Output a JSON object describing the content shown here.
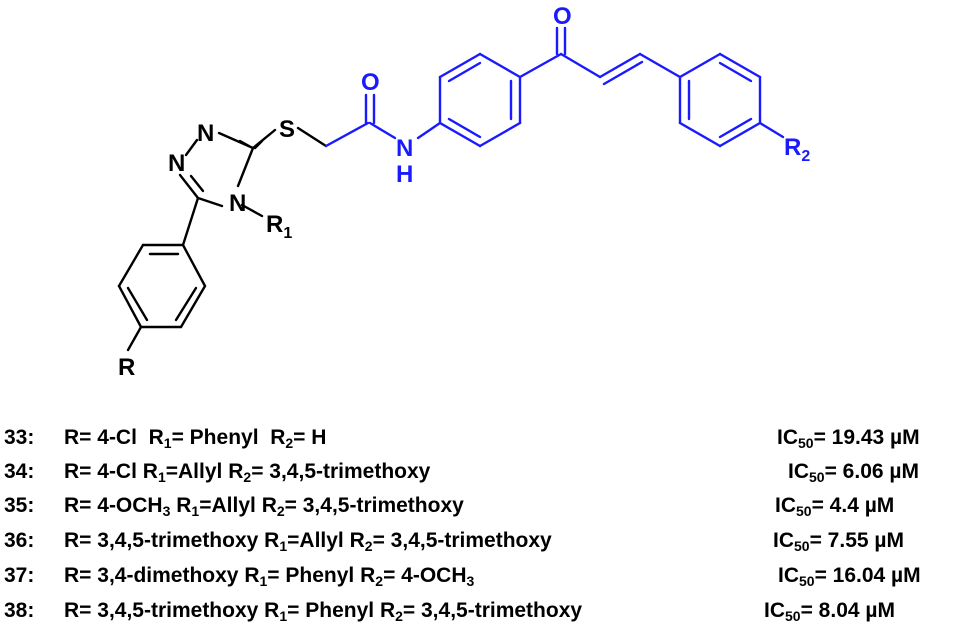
{
  "colors": {
    "black": "#000000",
    "blue": "#1a1aff"
  },
  "structure": {
    "atoms": {
      "n1": "N",
      "n2": "N",
      "n4": "N",
      "s": "S",
      "o_amide": "O",
      "n_amide": "N",
      "h_amide": "H",
      "o_ketone": "O",
      "r": "R",
      "r1": "R",
      "r1_sub": "1",
      "r2": "R",
      "r2_sub": "2"
    }
  },
  "compounds": [
    {
      "id": "33:",
      "r_prefix": "R= 4-Cl",
      "r_sub": "",
      "r_suffix": "",
      "r1": "= Phenyl",
      "r2": "= H",
      "ic50": "= 19.43 µM"
    },
    {
      "id": "34:",
      "r_prefix": "R= 4-Cl",
      "r_sub": "",
      "r_suffix": "",
      "r1": "=Allyl",
      "r2": "= 3,4,5-trimethoxy",
      "ic50": "= 6.06 µM"
    },
    {
      "id": "35:",
      "r_prefix": "R= 4-OCH",
      "r_sub": "3",
      "r_suffix": "",
      "r1": "=Allyl",
      "r2": "= 3,4,5-trimethoxy",
      "ic50": "= 4.4 µM"
    },
    {
      "id": "36:",
      "r_prefix": "R= 3,4,5-trimethoxy",
      "r_sub": "",
      "r_suffix": "",
      "r1": "=Allyl",
      "r2": "= 3,4,5-trimethoxy",
      "ic50": "= 7.55 µM"
    },
    {
      "id": "37:",
      "r_prefix": "R= 3,4-dimethoxy",
      "r_sub": "",
      "r_suffix": "",
      "r1": "= Phenyl",
      "r2": "= 4-OCH",
      "r2_sub": "3",
      "ic50": "= 16.04 µM"
    },
    {
      "id": "38:",
      "r_prefix": "R= 3,4,5-trimethoxy",
      "r_sub": "",
      "r_suffix": "",
      "r1": "= Phenyl",
      "r2": "= 3,4,5-trimethoxy",
      "ic50": "= 8.04 µM"
    }
  ],
  "labels": {
    "r": "R",
    "r1_sub": "1",
    "r2_sub": "2",
    "ic": "IC",
    "ic_sub": "50"
  }
}
